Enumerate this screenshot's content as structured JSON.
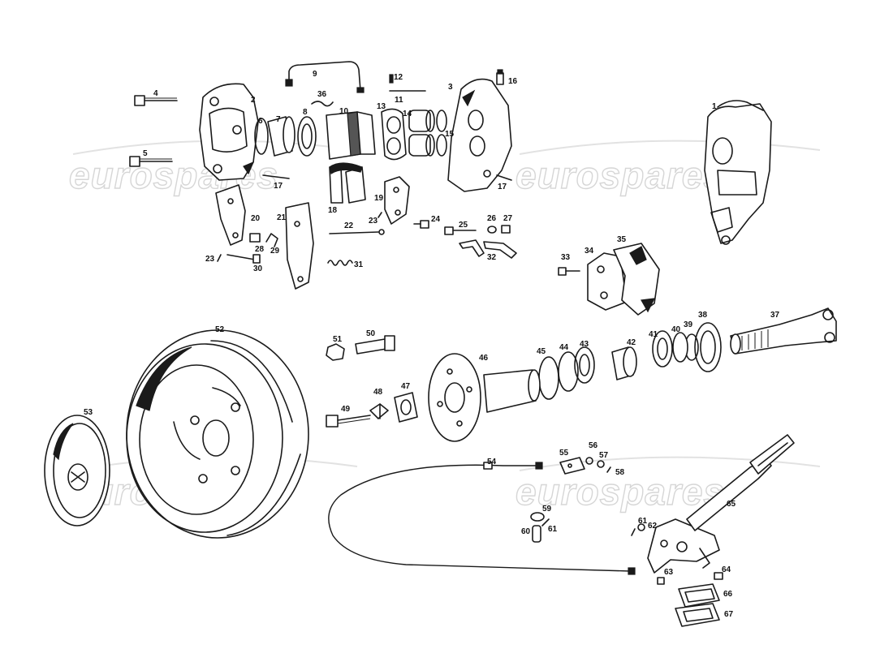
{
  "watermark": {
    "text": "eurospares",
    "color": "#d6d6d6"
  },
  "callouts": [
    "1",
    "2",
    "3",
    "4",
    "5",
    "6",
    "7",
    "8",
    "9",
    "10",
    "11",
    "12",
    "13",
    "14",
    "15",
    "16",
    "17",
    "17",
    "18",
    "19",
    "20",
    "21",
    "22",
    "23",
    "23",
    "24",
    "25",
    "26",
    "27",
    "28",
    "29",
    "30",
    "31",
    "32",
    "33",
    "34",
    "35",
    "36",
    "37",
    "38",
    "39",
    "40",
    "41",
    "42",
    "43",
    "44",
    "45",
    "46",
    "47",
    "48",
    "49",
    "50",
    "51",
    "52",
    "53",
    "54",
    "55",
    "56",
    "57",
    "58",
    "59",
    "60",
    "61",
    "61",
    "62",
    "63",
    "64",
    "65",
    "66",
    "67"
  ],
  "colors": {
    "line": "#1a1a1a",
    "background": "#ffffff"
  }
}
